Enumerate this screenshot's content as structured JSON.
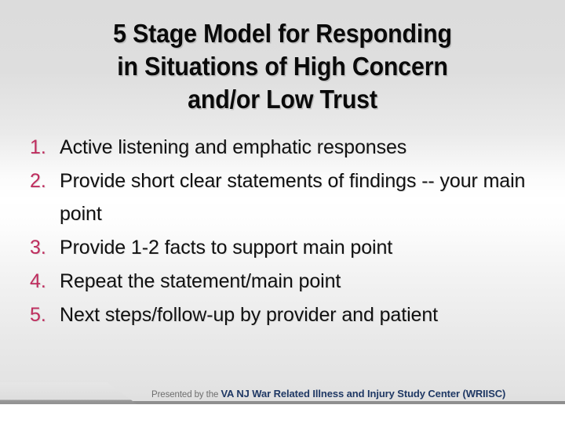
{
  "slide": {
    "title_lines": [
      "5 Stage Model for Responding",
      "in Situations of High Concern",
      "and/or Low Trust"
    ],
    "list_items": [
      {
        "number": "1.",
        "text": "Active listening and emphatic responses"
      },
      {
        "number": "2.",
        "text": "Provide short clear statements of findings -- your main point"
      },
      {
        "number": "3.",
        "text": "Provide 1-2 facts to support main point"
      },
      {
        "number": "4.",
        "text": "Repeat the statement/main point"
      },
      {
        "number": "5.",
        "text": "Next steps/follow-up by provider and patient"
      }
    ],
    "footer": {
      "prefix": "Presented by the ",
      "organization": "VA NJ War Related Illness and Injury Study Center (WRIISC)"
    },
    "colors": {
      "number_accent": "#bf2d5e",
      "title_text": "#0a0a0a",
      "body_text": "#111111",
      "footer_org": "#1f3864",
      "footer_prefix": "#6e6e6e",
      "ribbon_gray": "#dddddd",
      "rule_gray": "#8f8f8f",
      "background_top": "#dcdcdc",
      "background_mid": "#ffffff"
    }
  }
}
